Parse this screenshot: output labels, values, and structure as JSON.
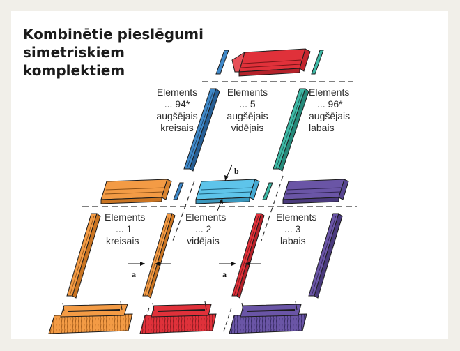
{
  "title": {
    "line1": "Kombinētie pieslēgumi",
    "line2": "simetriskiem",
    "line3": "komplektiem"
  },
  "labels": {
    "top_left": [
      "Elements",
      "... 94*",
      "augšējais",
      "kreisais"
    ],
    "top_middle": [
      "Elements",
      "... 5",
      "augšējais",
      "vidējais"
    ],
    "top_right": [
      "Elements",
      "... 96*",
      "augšējais",
      "labais"
    ],
    "bottom_left": [
      "Elements",
      "... 1",
      "kreisais"
    ],
    "bottom_middle": [
      "Elements",
      "... 2",
      "vidējais"
    ],
    "bottom_right": [
      "Elements",
      "... 3",
      "labais"
    ]
  },
  "dimensions": {
    "a": "a",
    "b": "b"
  },
  "colors": {
    "background": "#f1efe9",
    "card": "#ffffff",
    "red": "#e0313a",
    "blue": "#3f88c8",
    "cyan": "#5ec4ea",
    "teal": "#3fb9a6",
    "orange": "#f39b45",
    "purple": "#6a55a6"
  }
}
